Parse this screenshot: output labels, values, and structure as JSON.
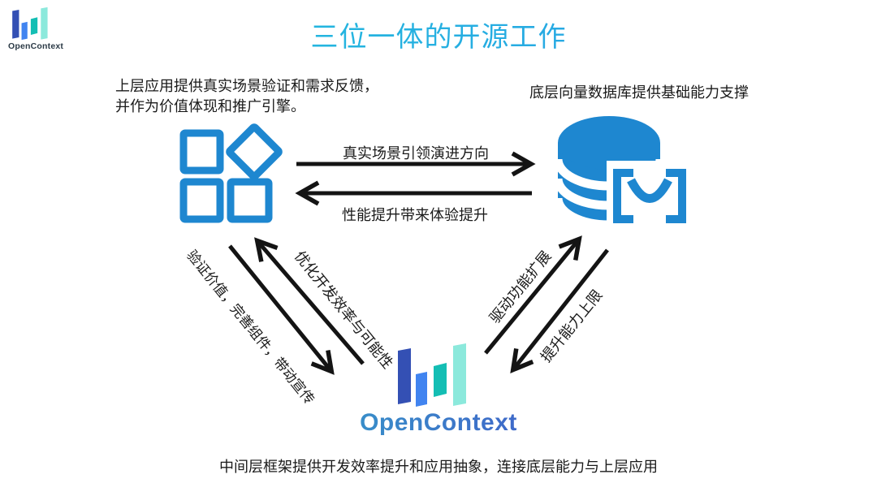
{
  "slide": {
    "title": "三位一体的开源工作",
    "header_logo": {
      "name": "OpenContext"
    },
    "footer_logo": {
      "name": "OpenContext"
    },
    "annotations": {
      "app_layer": "上层应用提供真实场景验证和需求反馈，\n并作为价值体现和推广引擎。",
      "db_layer": "底层向量数据库提供基础能力支撑",
      "mid_layer": "中间层框架提供开发效率提升和应用抽象，连接底层能力与上层应用"
    },
    "arrows": [
      {
        "id": "app-to-db",
        "label": "真实场景引领演进方向",
        "direction": "right"
      },
      {
        "id": "db-to-app",
        "label": "性能提升带来体验提升",
        "direction": "left"
      },
      {
        "id": "app-to-mid",
        "label": "验证价值，完善组件，带动宣传",
        "direction": "down-right"
      },
      {
        "id": "mid-to-app",
        "label": "优化开发效率与可能性",
        "direction": "up-left"
      },
      {
        "id": "mid-to-db",
        "label": "驱动功能扩展",
        "direction": "up-right"
      },
      {
        "id": "db-to-mid",
        "label": "提升能力上限",
        "direction": "down-left"
      }
    ],
    "icons": {
      "app": "app-modules-icon",
      "db": "vector-database-icon"
    },
    "colors": {
      "icon_blue": "#1e87d0",
      "arrow_black": "#141414",
      "title_gradient_start": "#1fc4da",
      "title_gradient_end": "#2c9be8",
      "wordmark_gradient_start": "#3795c9",
      "wordmark_gradient_end": "#4062c9",
      "bar_navy": "#3450b4",
      "bar_blue": "#4184f0",
      "bar_teal": "#14beb4",
      "bar_mint": "#8ce9dc"
    }
  }
}
